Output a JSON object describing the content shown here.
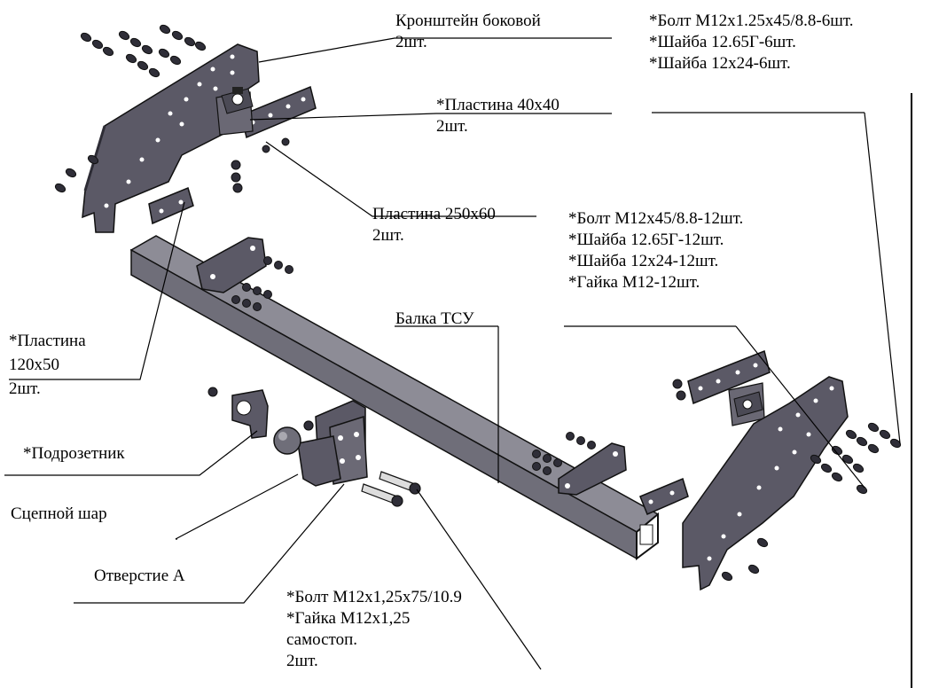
{
  "labels": {
    "side_bracket": {
      "line1": "Кронштейн боковой",
      "line2": "2шт."
    },
    "bolt_set_side": {
      "line1": "*Болт М12х1.25х45/8.8-6шт.",
      "line2": "*Шайба 12.65Г-6шт.",
      "line3": "*Шайба 12х24-6шт."
    },
    "plate_40": {
      "line1": "*Пластина 40х40",
      "line2": "2шт."
    },
    "plate_250": {
      "line1": "Пластина 250х60",
      "line2": "2шт."
    },
    "bolt_set_main": {
      "line1": "*Болт М12х45/8.8-12шт.",
      "line2": "*Шайба 12.65Г-12шт.",
      "line3": "*Шайба 12х24-12шт.",
      "line4": "*Гайка М12-12шт."
    },
    "beam": {
      "line1": "Балка ТСУ"
    },
    "plate_120": {
      "line1": "*Пластина",
      "line2": "120х50",
      "line3": "2шт."
    },
    "socket_holder": {
      "line1": "*Подрозетник"
    },
    "tow_ball": {
      "line1": "Сцепной шар"
    },
    "hole_a": {
      "line1": "Отверстие А"
    },
    "bolt_set_ball": {
      "line1": "*Болт М12х1,25х75/10.9",
      "line2": "*Гайка М12х1,25",
      "line3": "самостоп.",
      "line4": "2шт."
    }
  },
  "colors": {
    "metal": "#5b5966",
    "metal_dark": "#3a3944",
    "outline": "#111111",
    "beam_light": "#8d8c96"
  }
}
